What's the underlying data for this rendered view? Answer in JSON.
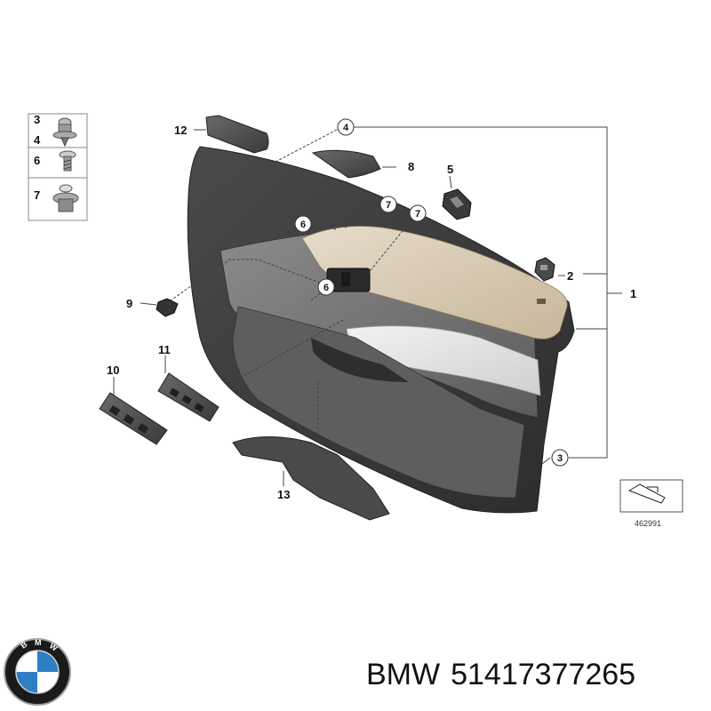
{
  "diagram": {
    "callouts": {
      "c1": "1",
      "c2": "2",
      "c3": "3",
      "c4": "4",
      "c5": "5",
      "c6": "6",
      "c7": "7",
      "c8": "8",
      "c9": "9",
      "c10": "10",
      "c11": "11",
      "c12": "12",
      "c13": "13"
    },
    "legend": {
      "n3": "3",
      "n4": "4",
      "n6": "6",
      "n7": "7"
    },
    "circle_labels": {
      "ring4": "4",
      "ring6a": "6",
      "ring6b": "6",
      "ring7a": "7",
      "ring7b": "7",
      "ring3": "3"
    },
    "reference_number": "462991"
  },
  "caption": {
    "brand": "BMW",
    "part_number": "51417377265"
  },
  "logo": {
    "lettering": "BMW",
    "colors": {
      "blue": "#2f7fc4",
      "white": "#ffffff",
      "black": "#1a1a1a"
    }
  }
}
